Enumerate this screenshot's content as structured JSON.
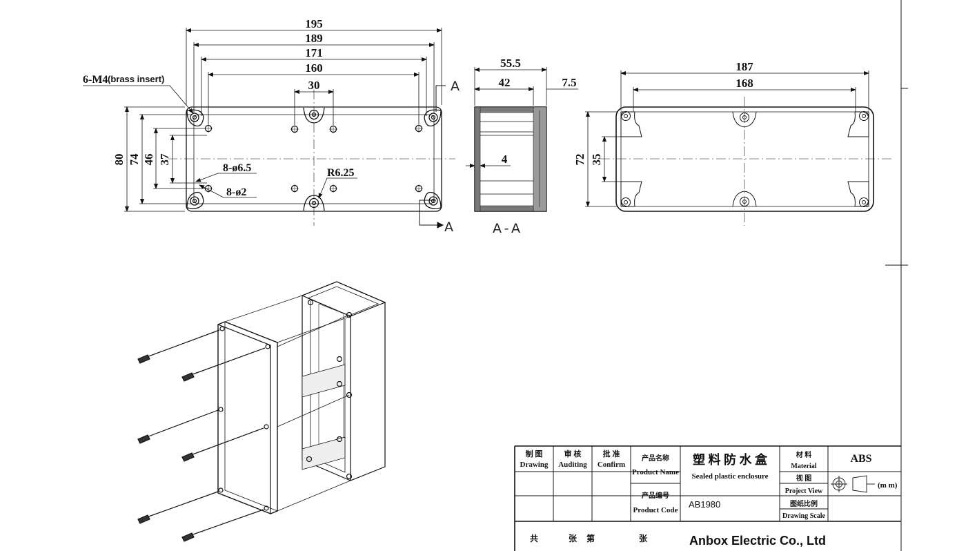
{
  "front_view": {
    "widths": [
      "195",
      "189",
      "171",
      "160",
      "30"
    ],
    "heights": [
      "80",
      "74",
      "46",
      "37"
    ],
    "thread_callout": "6-M4",
    "thread_note": "(brass insert)",
    "hole_callout_1": "8-ø6.5",
    "hole_callout_2": "8-ø2",
    "radius_callout": "R6.25",
    "section_mark": "A"
  },
  "section_view": {
    "dims": [
      "55.5",
      "42",
      "7.5",
      "4"
    ],
    "label": "A-A"
  },
  "top_view": {
    "widths": [
      "187",
      "168"
    ],
    "heights": [
      "72",
      "35"
    ]
  },
  "title_block": {
    "headers": [
      {
        "cn": "制 图",
        "en": "Drawing"
      },
      {
        "cn": "审 核",
        "en": "Auditing"
      },
      {
        "cn": "批 准",
        "en": "Confirm"
      }
    ],
    "product_name_label_cn": "产品名称",
    "product_name_label_en": "Product Name",
    "product_name_cn": "塑 料 防 水 盒",
    "product_name_en": "Sealed plastic enclosure",
    "material_label_cn": "材 料",
    "material_label_en": "Material",
    "material": "ABS",
    "view_label_cn": "视 图",
    "view_label_en": "Project View",
    "unit": "(m m)",
    "product_code_label_cn": "产品编号",
    "product_code_label_en": "Product Code",
    "product_code": "AB1980",
    "scale_label_cn": "图纸比例",
    "scale_label_en": "Drawing Scale",
    "sheet_row": [
      "共",
      "张",
      "第",
      "张"
    ],
    "company": "Anbox Electric Co., Ltd"
  }
}
